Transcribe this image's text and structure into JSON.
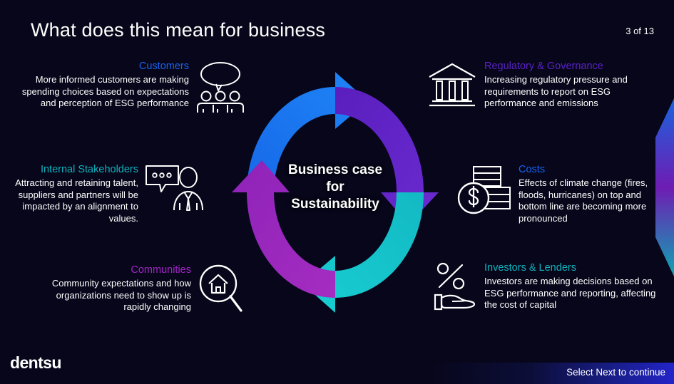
{
  "header": {
    "title": "What does this mean for business",
    "counter": "3 of 13"
  },
  "center": {
    "line1": "Business case",
    "line2": "for",
    "line3": "Sustainability"
  },
  "colors": {
    "background": "#07061a",
    "customers": "#1763ef",
    "internal_stakeholders": "#0fb2bd",
    "communities": "#a423c9",
    "regulatory": "#5a22c6",
    "costs": "#1763ef",
    "investors": "#0fb2bd",
    "ring_blue": "#1b7bf0",
    "ring_purple": "#6321c2",
    "ring_teal": "#15c2c8",
    "ring_magenta": "#a32ac0",
    "nav_bar": "#2324c8"
  },
  "callouts": [
    {
      "id": "customers",
      "heading": "Customers",
      "body": "More informed customers are making spending choices based on expectations and perception of ESG performance",
      "icon": "people-speech-bubble-icon"
    },
    {
      "id": "internal-stakeholders",
      "heading": "Internal Stakeholders",
      "body": "Attracting and retaining talent, suppliers and partners will be impacted by an alignment to values.",
      "icon": "person-chat-icon"
    },
    {
      "id": "communities",
      "heading": "Communities",
      "body": "Community expectations and how organizations need to show up is rapidly changing",
      "icon": "house-magnifier-icon"
    },
    {
      "id": "regulatory-governance",
      "heading": "Regulatory & Governance",
      "body": "Increasing regulatory pressure and requirements to report on ESG performance and emissions",
      "icon": "government-building-icon"
    },
    {
      "id": "costs",
      "heading": "Costs",
      "body": "Effects of climate change (fires, floods, hurricanes) on top and bottom line are becoming more pronounced",
      "icon": "coins-dollar-icon"
    },
    {
      "id": "investors-lenders",
      "heading": "Investors & Lenders",
      "body": "Investors are making decisions based on ESG performance and reporting, affecting the cost of capital",
      "icon": "percent-hand-icon"
    }
  ],
  "footer": {
    "brand": "dentsu",
    "nav_hint": "Select Next to continue"
  }
}
